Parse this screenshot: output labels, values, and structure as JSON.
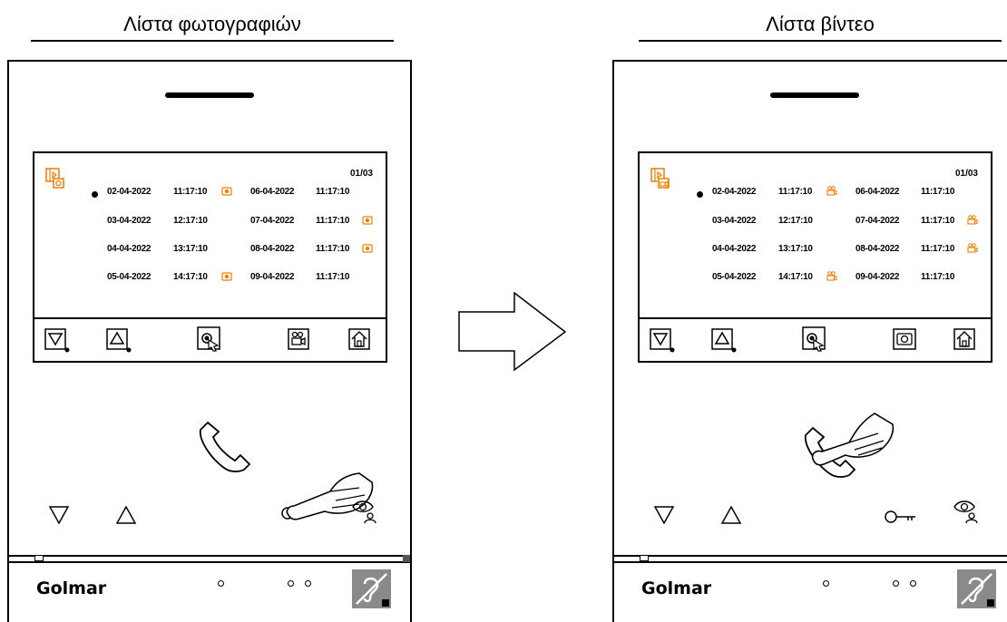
{
  "left": {
    "title": "Λίστα φωτογραφιών",
    "counter": "01/03",
    "rows": [
      {
        "d1": "02-04-2022",
        "t1": "11:17:10",
        "m1": true,
        "d2": "06-04-2022",
        "t2": "11:17:10",
        "m2": false
      },
      {
        "d1": "03-04-2022",
        "t1": "12:17:10",
        "m1": false,
        "d2": "07-04-2022",
        "t2": "11:17:10",
        "m2": true
      },
      {
        "d1": "04-04-2022",
        "t1": "13:17:10",
        "m1": false,
        "d2": "08-04-2022",
        "t2": "11:17:10",
        "m2": true
      },
      {
        "d1": "05-04-2022",
        "t1": "14:17:10",
        "m1": true,
        "d2": "09-04-2022",
        "t2": "11:17:10",
        "m2": false
      }
    ],
    "mark_type": "camera-icon",
    "switch_icon": "video-camera-icon",
    "hand_position": "key-button"
  },
  "right": {
    "title": "Λίστα βίντεο",
    "counter": "01/03",
    "rows": [
      {
        "d1": "02-04-2022",
        "t1": "11:17:10",
        "m1": true,
        "d2": "06-04-2022",
        "t2": "11:17:10",
        "m2": false
      },
      {
        "d1": "03-04-2022",
        "t1": "12:17:10",
        "m1": false,
        "d2": "07-04-2022",
        "t2": "11:17:10",
        "m2": true
      },
      {
        "d1": "04-04-2022",
        "t1": "13:17:10",
        "m1": false,
        "d2": "08-04-2022",
        "t2": "11:17:10",
        "m2": true
      },
      {
        "d1": "05-04-2022",
        "t1": "14:17:10",
        "m1": true,
        "d2": "09-04-2022",
        "t2": "11:17:10",
        "m2": false
      }
    ],
    "mark_type": "video-camera-icon",
    "switch_icon": "camera-icon",
    "hand_position": "call-button"
  },
  "brand": "Golmar",
  "colors": {
    "accent": "#f07d00",
    "line": "#000000",
    "hear_badge": "#8a8a8a"
  }
}
